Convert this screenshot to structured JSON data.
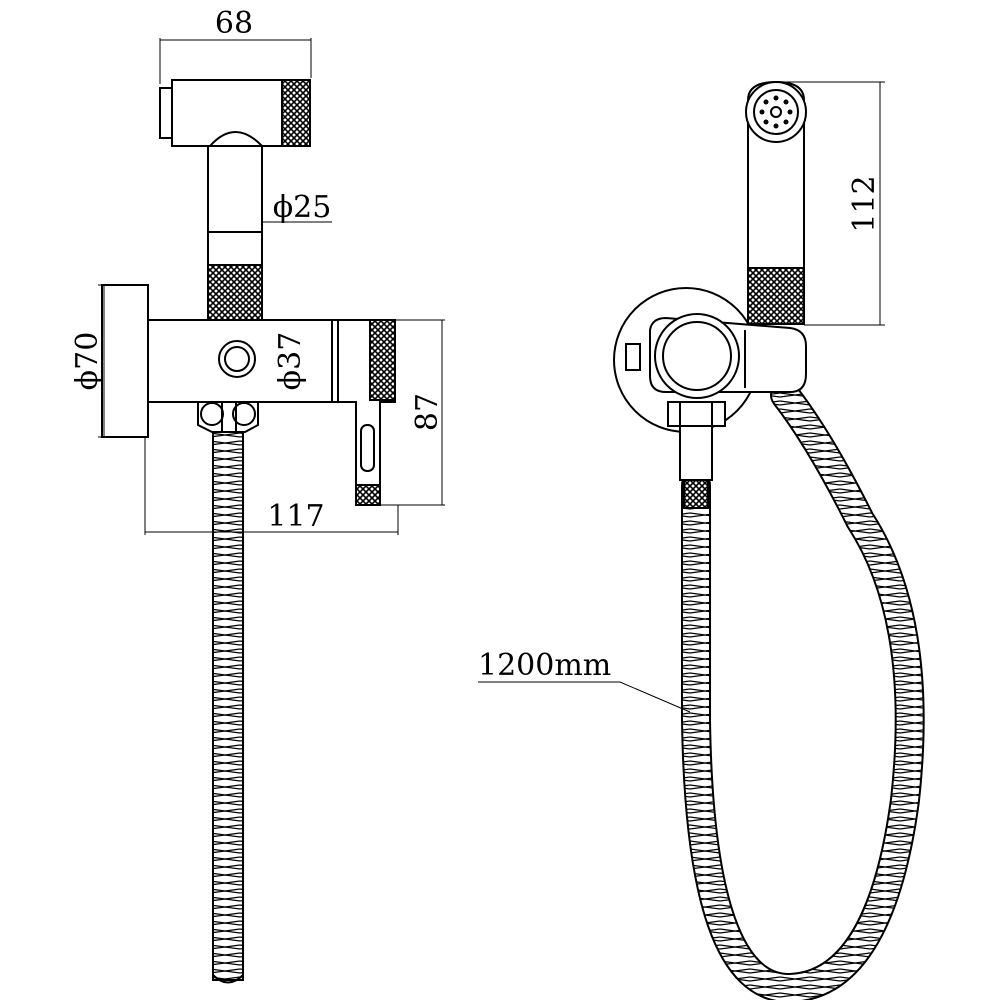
{
  "diagram": {
    "side_view": {
      "dim_width_top": "68",
      "dim_tube_diameter": "ϕ25",
      "dim_flange_diameter": "ϕ70",
      "dim_body_diameter": "ϕ37",
      "dim_height": "87",
      "dim_total_length": "117"
    },
    "front_view": {
      "dim_sprayer_height": "112",
      "hose_length": "1200mm"
    }
  }
}
